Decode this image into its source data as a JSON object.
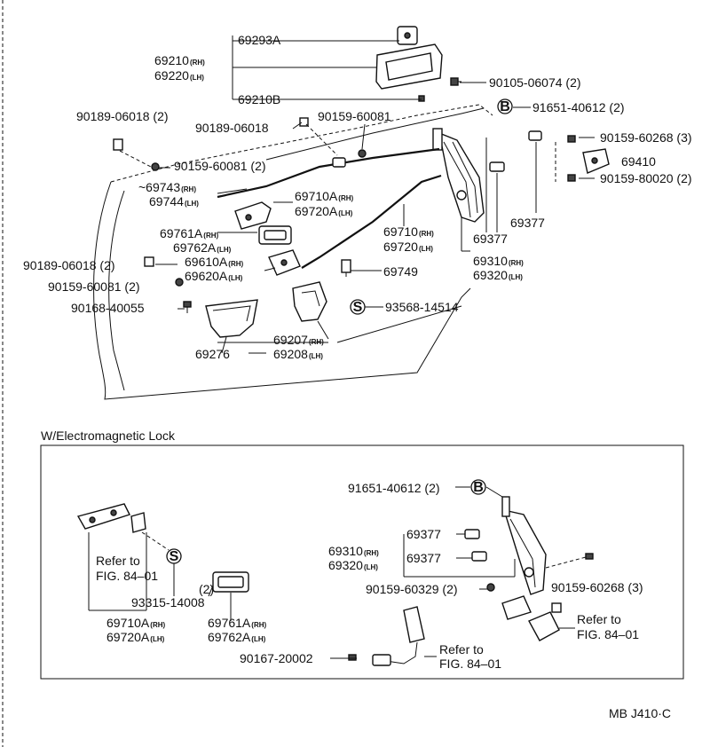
{
  "labels": {
    "p69293A": "69293A",
    "p69210": "69210",
    "p69220": "69220",
    "p69210B": "69210B",
    "p90105": "90105-06074 (2)",
    "p91651top": "91651-40612 (2)",
    "pB1": "B",
    "p90189_2": "90189-06018 (2)",
    "p90189a": "90189-06018",
    "p90159_81a": "90159-60081",
    "p90159_268": "90159-60268 (3)",
    "p69410": "69410",
    "p90159_81b": "90159-60081 (2)",
    "p90159_80020": "90159-80020 (2)",
    "p69743": "~69743",
    "p69744": "69744",
    "p69710A": "69710A",
    "p69720A": "69720A",
    "p69377a": "69377",
    "p69761A": "69761A",
    "p69762A": "69762A",
    "p69710": "69710",
    "p69720": "69720",
    "p69377b": "69377",
    "p90189c": "90189-06018 (2)",
    "p69610A": "69610A",
    "p69620A": "69620A",
    "p69749": "69749",
    "p69310": "69310",
    "p69320": "69320",
    "p90159_81c": "90159-60081 (2)",
    "p90168": "90168-40055",
    "pS1": "S",
    "p93568": "93568-14514",
    "p69207": "69207",
    "p69276": "69276",
    "p69208": "69208",
    "section_title": "W/Electromagnetic Lock",
    "e91651": "91651-40612 (2)",
    "eB": "B",
    "e69377a": "69377",
    "e69310": "69310",
    "e69320": "69320",
    "e69377b": "69377",
    "e90159_329": "90159-60329 (2)",
    "e90159_268": "90159-60268 (3)",
    "refer1a": "Refer to",
    "refer1b": "FIG. 84–01",
    "eS": "S",
    "e93315": "93315-14008",
    "e2": "(2)",
    "e69710A": "69710A",
    "e69720A": "69720A",
    "e69761A": "69761A",
    "e69762A": "69762A",
    "refer2a": "Refer to",
    "refer2b": "FIG. 84–01",
    "refer3a": "Refer to",
    "refer3b": "FIG. 84–01",
    "e90167": "90167-20002",
    "code": "MB J410·C"
  },
  "subs": {
    "rh": "(RH)",
    "lh": "(LH)"
  }
}
